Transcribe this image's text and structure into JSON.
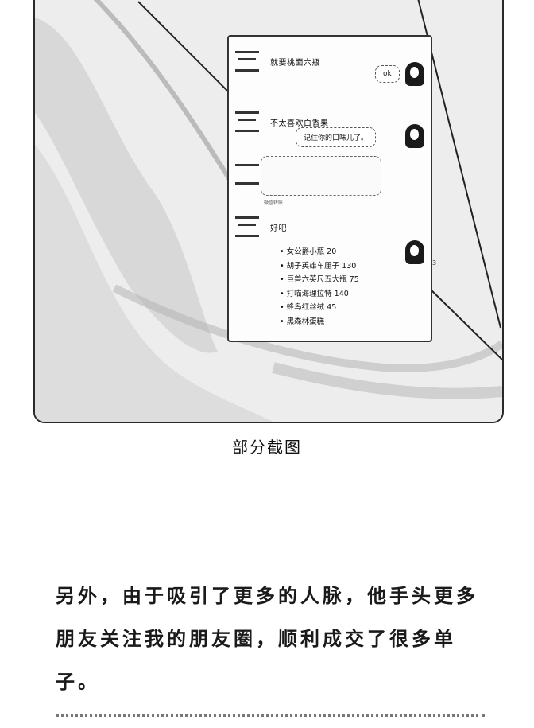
{
  "photo": {
    "chat": [
      {
        "side": "left",
        "text": "就要桃面六瓶"
      },
      {
        "side": "right",
        "text": "ok"
      },
      {
        "side": "left",
        "text": "不太喜欢白香果"
      },
      {
        "side": "right",
        "text": "记住你的口味儿了。"
      },
      {
        "side": "left",
        "image_caption": "微信转账"
      },
      {
        "side": "left",
        "text": "好吧"
      }
    ],
    "price_list": [
      "女公爵小瓶 20",
      "胡子英雄车厘子 130",
      "巨兽六英尺五大瓶 75",
      "打喵海理拉特 140",
      "蜂鸟红丝绒 45",
      "黑森林蛋糕"
    ],
    "side_number": "3"
  },
  "caption": "部分截图",
  "paragraph": "另外，由于吸引了更多的人脉，他手头更多朋友关注我的朋友圈，顺利成交了很多单子。"
}
